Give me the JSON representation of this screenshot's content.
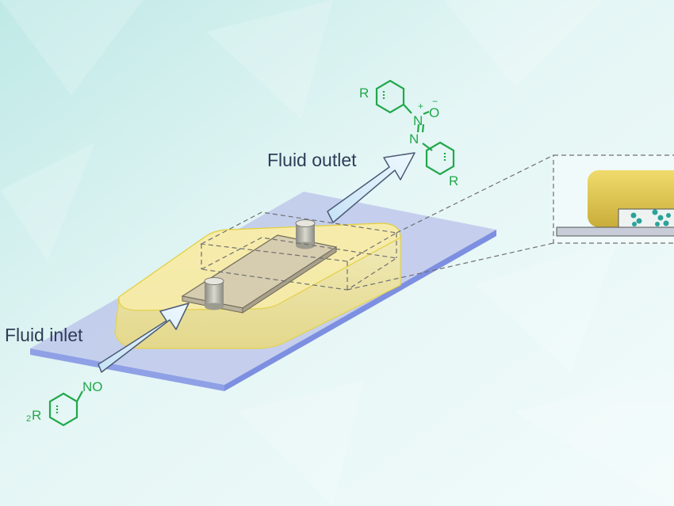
{
  "labels": {
    "fluid_outlet": "Fluid outlet",
    "fluid_inlet": "Fluid inlet"
  },
  "reactant": {
    "group": "NO",
    "substituent": "R",
    "substituent_prefix": "2"
  },
  "product": {
    "substituent_top": "R",
    "substituent_bottom": "R",
    "n_oxide_n": "N",
    "n_oxide_o": "O",
    "azo_n": "N",
    "plus_charge": "+",
    "minus_charge": "−"
  },
  "colors": {
    "background": "#e9f7f6",
    "glass_slide": "#b9c1ea",
    "glass_edge": "#8fa0e6",
    "pdms_chip": "#f2e58c",
    "arrow_fill": "#d8ecf9",
    "molecule_green": "#22a84a",
    "label_text": "#2e3d57",
    "particles": "#2aa39a"
  }
}
